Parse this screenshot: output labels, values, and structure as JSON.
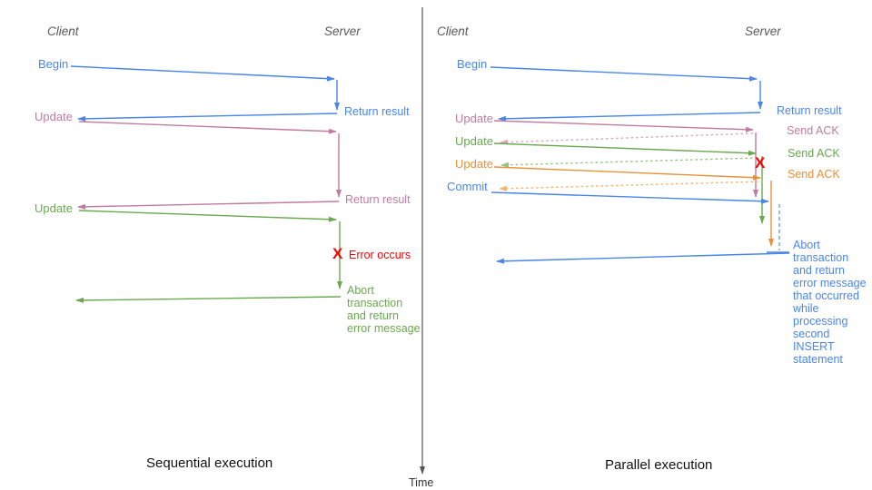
{
  "time_axis_label": "Time",
  "sequential": {
    "caption": "Sequential execution",
    "client_header": "Client",
    "server_header": "Server",
    "begin_label": "Begin",
    "return_result_1": "Return result",
    "update_1": "Update",
    "return_result_2": "Return result",
    "update_2": "Update",
    "error_x": "X",
    "error_label": "Error occurs",
    "abort_label": "Abort\ntransaction\nand return\nerror message"
  },
  "parallel": {
    "caption": "Parallel execution",
    "client_header": "Client",
    "server_header": "Server",
    "begin_label": "Begin",
    "return_result": "Return result",
    "update_1": "Update",
    "send_ack_1": "Send ACK",
    "update_2": "Update",
    "send_ack_2": "Send ACK",
    "update_3": "Update",
    "send_ack_3": "Send ACK",
    "commit_label": "Commit",
    "error_x": "X",
    "abort_label": "Abort\ntransaction\nand return\nerror message\nthat occurred\nwhile\nprocessing\nsecond\nINSERT\nstatement"
  },
  "colors": {
    "blue": "#4a86e8",
    "blue_light": "#6d9eeb",
    "pink": "#c27ba0",
    "pink_light": "#d5a6bd",
    "green": "#6aa84f",
    "green_light": "#93c47d",
    "orange": "#e69138",
    "orange_light": "#f6b26b",
    "red": "#ff0000",
    "axis_gray": "#555555"
  }
}
